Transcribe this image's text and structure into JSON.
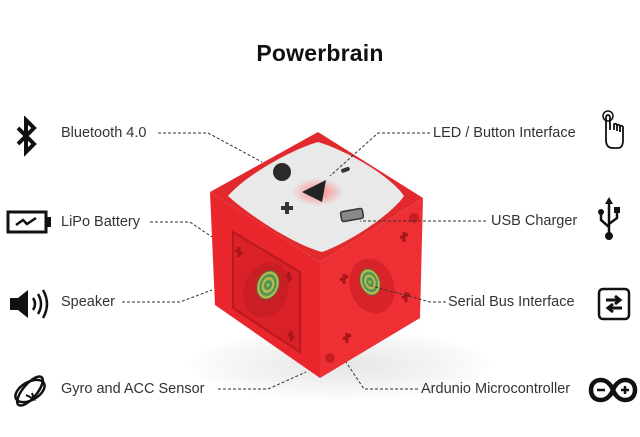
{
  "title": "Powerbrain",
  "colors": {
    "cube_red": "#e8262c",
    "cube_red_dark": "#c81d22",
    "cube_red_light": "#f03b3b",
    "top_plate": "#e9e9ea",
    "text": "#333333",
    "icon": "#111111"
  },
  "features_left": [
    {
      "label": "Bluetooth 4.0",
      "icon": "bluetooth-icon"
    },
    {
      "label": "LiPo Battery",
      "icon": "battery-icon"
    },
    {
      "label": "Speaker",
      "icon": "speaker-icon"
    },
    {
      "label": "Gyro and ACC Sensor",
      "icon": "gyro-icon"
    }
  ],
  "features_right": [
    {
      "label": "LED / Button Interface",
      "icon": "touch-hand-icon"
    },
    {
      "label": "USB Charger",
      "icon": "usb-icon"
    },
    {
      "label": "Serial Bus Interface",
      "icon": "swap-arrows-icon"
    },
    {
      "label": "Ardunio Microcontroller",
      "icon": "arduino-icon"
    }
  ]
}
